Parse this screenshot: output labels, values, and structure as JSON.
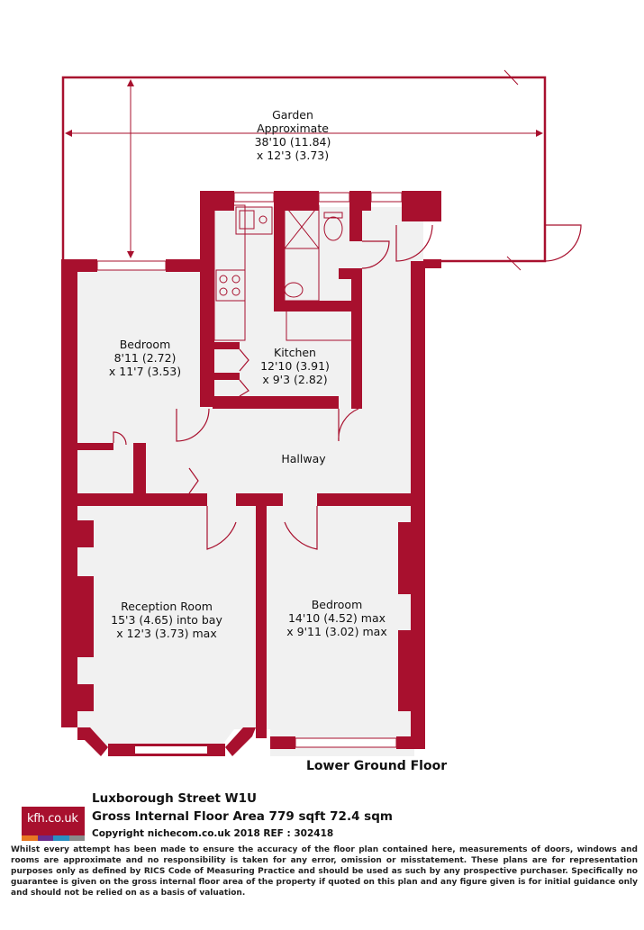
{
  "rooms": {
    "garden": {
      "name": "Garden",
      "line1": "Approximate",
      "line2": "38'10 (11.84)",
      "line3": "x 12'3 (3.73)"
    },
    "bedroom1": {
      "name": "Bedroom",
      "line1": "8'11 (2.72)",
      "line2": "x 11'7 (3.53)"
    },
    "kitchen": {
      "name": "Kitchen",
      "line1": "12'10 (3.91)",
      "line2": "x 9'3 (2.82)"
    },
    "hallway": {
      "name": "Hallway"
    },
    "reception": {
      "name": "Reception Room",
      "line1": "15'3 (4.65) into bay",
      "line2": "x 12'3 (3.73) max"
    },
    "bedroom2": {
      "name": "Bedroom",
      "line1": "14'10 (4.52) max",
      "line2": "x 9'11 (3.02) max"
    }
  },
  "floor_label": "Lower Ground Floor",
  "footer": {
    "logo_text": "kfh.co.uk",
    "address": "Luxborough Street  W1U",
    "area": "Gross Internal Floor Area 779 sqft 72.4 sqm",
    "copyright": "Copyright nichecom.co.uk 2018 REF : 302418",
    "disclaimer": "Whilst every attempt has been made to ensure the accuracy of the floor plan contained here, measurements of doors, windows and rooms are approximate and no responsibility is taken for any error, omission or misstatement.  These plans are for representation purposes only as defined by RICS Code of Measuring Practice and should be used as such by any prospective purchaser.  Specifically no guarantee is given on the gross internal floor area of the property if quoted on this plan and any figure given is for initial guidance only and should not be relied on as a basis of valuation."
  },
  "colors": {
    "wall": "#a8102e",
    "floor": "#f1f1f1",
    "logo_bg": "#a8102e",
    "logo_strip": [
      "#e87722",
      "#6a2c8c",
      "#2a8fc1",
      "#8a8a8a"
    ]
  }
}
